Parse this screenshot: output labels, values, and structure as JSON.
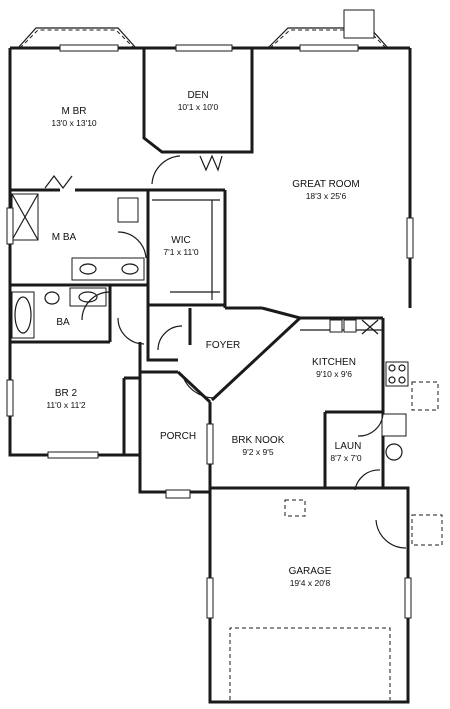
{
  "rooms": [
    {
      "id": "mbr",
      "name": "M BR",
      "size": "13'0 x 13'10"
    },
    {
      "id": "den",
      "name": "DEN",
      "size": "10'1 x 10'0"
    },
    {
      "id": "great",
      "name": "GREAT ROOM",
      "size": "18'3 x 25'6"
    },
    {
      "id": "mba",
      "name": "M BA",
      "size": ""
    },
    {
      "id": "wic",
      "name": "WIC",
      "size": "7'1 x 11'0"
    },
    {
      "id": "ba",
      "name": "BA",
      "size": ""
    },
    {
      "id": "foyer",
      "name": "FOYER",
      "size": ""
    },
    {
      "id": "kitchen",
      "name": "KITCHEN",
      "size": "9'10 x 9'6"
    },
    {
      "id": "br2",
      "name": "BR 2",
      "size": "11'0 x 11'2"
    },
    {
      "id": "porch",
      "name": "PORCH",
      "size": ""
    },
    {
      "id": "nook",
      "name": "BRK NOOK",
      "size": "9'2 x 9'5"
    },
    {
      "id": "laun",
      "name": "LAUN",
      "size": "8'7 x 7'0"
    },
    {
      "id": "garage",
      "name": "GARAGE",
      "size": "19'4 x 20'8"
    }
  ]
}
